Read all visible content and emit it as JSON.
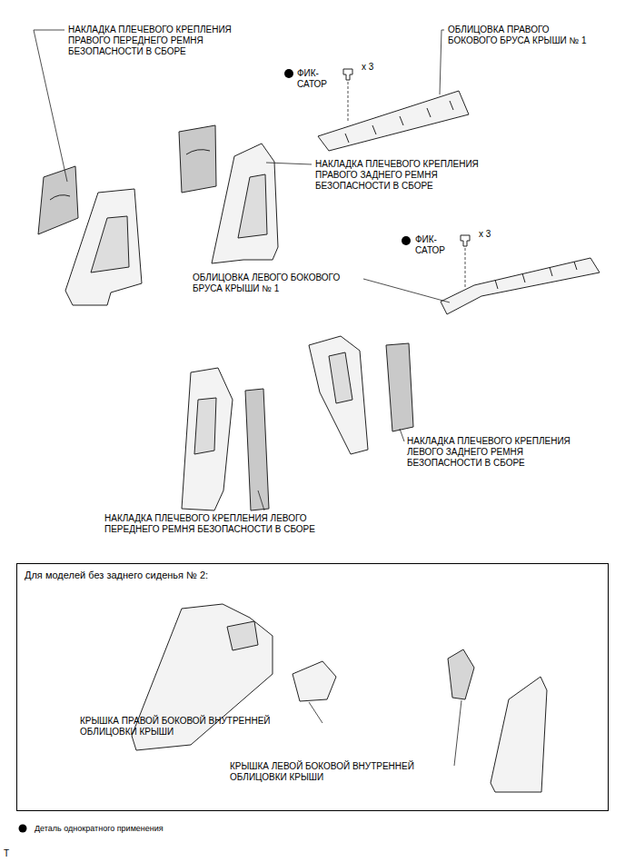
{
  "diagram": {
    "nodes": [
      {
        "text": [
          "Для моделей без заднего сиденья № 2:"
        ]
      }
    ],
    "labels": [
      "НАКЛАДКА ПЛЕЧЕВОГО КРЕПЛЕНИЯ ПРАВОГО ПЕРЕДНЕГО РЕМНЯ БЕЗОПАСНОСТИ В СБОРЕ",
      "ОБЛИЦОВКА ПРАВОГО БОКОВОГО БРУСА КРЫШИ № 1",
      "ФИК- САТОР",
      "x 3",
      "НАКЛАДКА ПЛЕЧЕВОГО КРЕПЛЕНИЯ ПРАВОГО ЗАДНЕГО РЕМНЯ БЕЗОПАСНОСТИ В СБОРЕ",
      "ФИК- САТОР",
      "x 3",
      "ОБЛИЦОВКА ЛЕВОГО БОКОВОГО БРУСА КРЫШИ № 1",
      "НАКЛАДКА ПЛЕЧЕВОГО КРЕПЛЕНИЯ ЛЕВОГО ЗАДНЕГО РЕМНЯ БЕЗОПАСНОСТИ В СБОРЕ",
      "НАКЛАДКА ПЛЕЧЕВОГО КРЕПЛЕНИЯ ЛЕВОГО ПЕРЕДНЕГО РЕМНЯ БЕЗОПАСНОСТИ В СБОРЕ",
      "КРЫШКА ПРАВОЙ БОКОВОЙ ВНУТРЕННЕЙ ОБЛИЦОВКИ КРЫШИ",
      "КРЫШКА ЛЕВОЙ БОКОВОЙ ВНУТРЕННЕЙ ОБЛИЦОВКИ КРЫШИ",
      "Т"
    ],
    "legend": [
      {
        "text": "Деталь однократного применения"
      }
    ]
  }
}
